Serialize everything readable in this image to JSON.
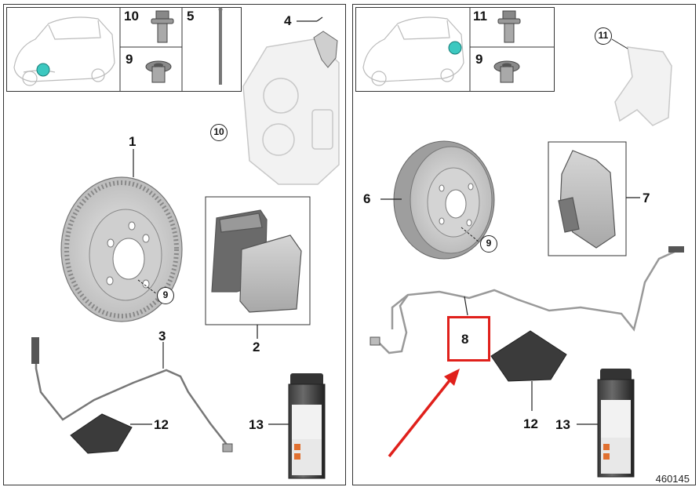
{
  "diagram_number": "460145",
  "left_panel": {
    "thumb": {
      "label_top_bolt": "10",
      "label_rod": "5",
      "label_bottom_bolt": "9"
    },
    "parts": {
      "caliper_callout": "4",
      "caliper_circle": "10",
      "disc": "1",
      "disc_circle": "9",
      "pads": "2",
      "sensor": "3",
      "grease": "12",
      "spray": "13"
    }
  },
  "right_panel": {
    "thumb": {
      "label_top_bolt": "11",
      "label_bottom_bolt": "9"
    },
    "parts": {
      "carrier_circle": "11",
      "disc": "6",
      "disc_circle": "9",
      "pads": "7",
      "sensor": "8",
      "grease": "12",
      "spray": "13"
    }
  },
  "colors": {
    "highlight": "#e0201b",
    "marker": "#3cc8c0"
  }
}
